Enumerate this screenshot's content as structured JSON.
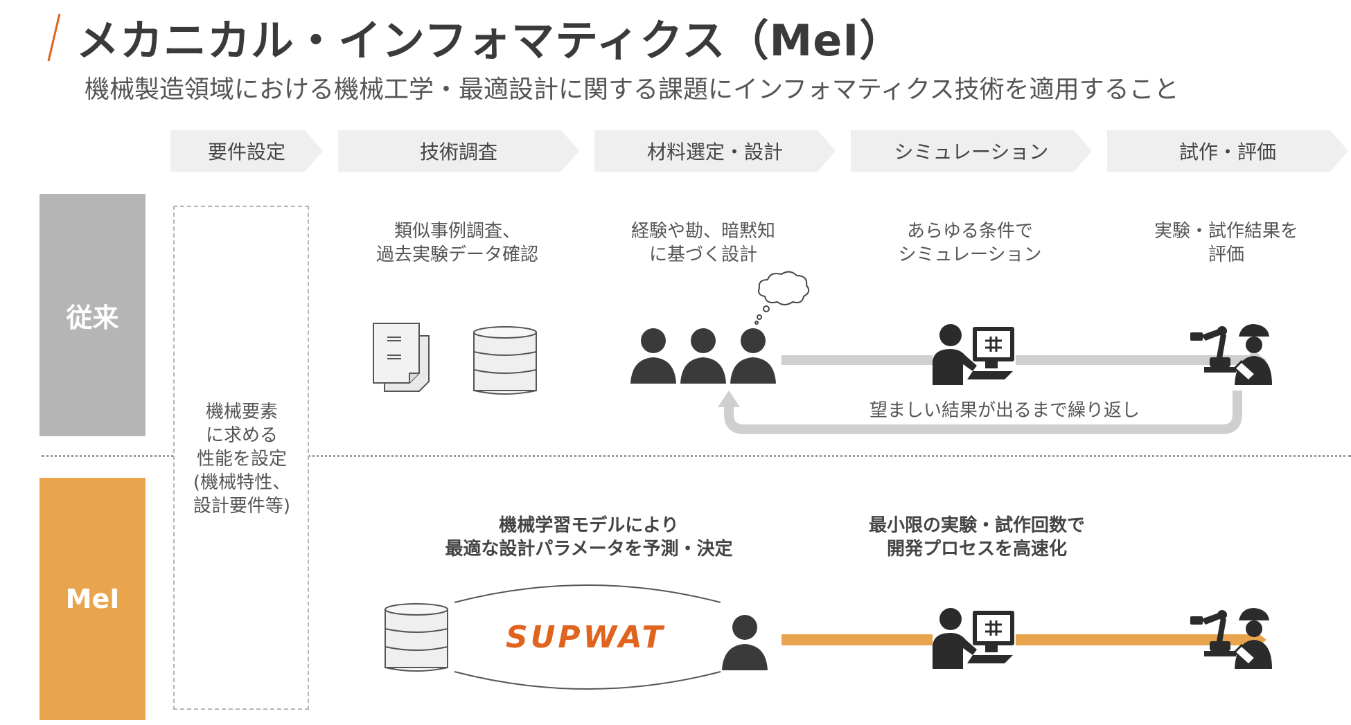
{
  "header": {
    "title": "メカニカル・インフォマティクス（MeI）",
    "subtitle": "機械製造領域における機械工学・最適設計に関する課題にインフォマティクス技術を適用すること"
  },
  "steps": [
    "要件設定",
    "技術調査",
    "材料選定・設計",
    "シミュレーション",
    "試作・評価"
  ],
  "rows": {
    "traditional": "従来",
    "mei": "MeI"
  },
  "requirement": [
    "機械要素",
    "に求める",
    "性能を設定",
    "(機械特性、",
    "設計要件等)"
  ],
  "traditional": {
    "research_desc": [
      "類似事例調査、",
      "過去実験データ確認"
    ],
    "design_desc": [
      "経験や勘、暗黙知",
      "に基づく設計"
    ],
    "simulation_desc": [
      "あらゆる条件で",
      "シミュレーション"
    ],
    "evaluation_desc": [
      "実験・試作結果を",
      "評価"
    ],
    "loop_text": "望ましい結果が出るまで繰り返し"
  },
  "mei": {
    "ml_desc": [
      "機械学習モデルにより",
      "最適な設計パラメータを予測・決定"
    ],
    "speed_desc": [
      "最小限の実験・試作回数で",
      "開発プロセスを高速化"
    ],
    "logo": "SUPWAT"
  },
  "colors": {
    "accent": "#e9a54d",
    "gray_label": "#b5b5b5",
    "arrow_gray": "#cfcfcf",
    "logo": "#e0641e",
    "icon": "#2b2b2b"
  },
  "icons": [
    "document-icon",
    "database-icon",
    "person-icon",
    "thought-bubble-icon",
    "computer-user-icon",
    "robot-engineer-icon"
  ]
}
